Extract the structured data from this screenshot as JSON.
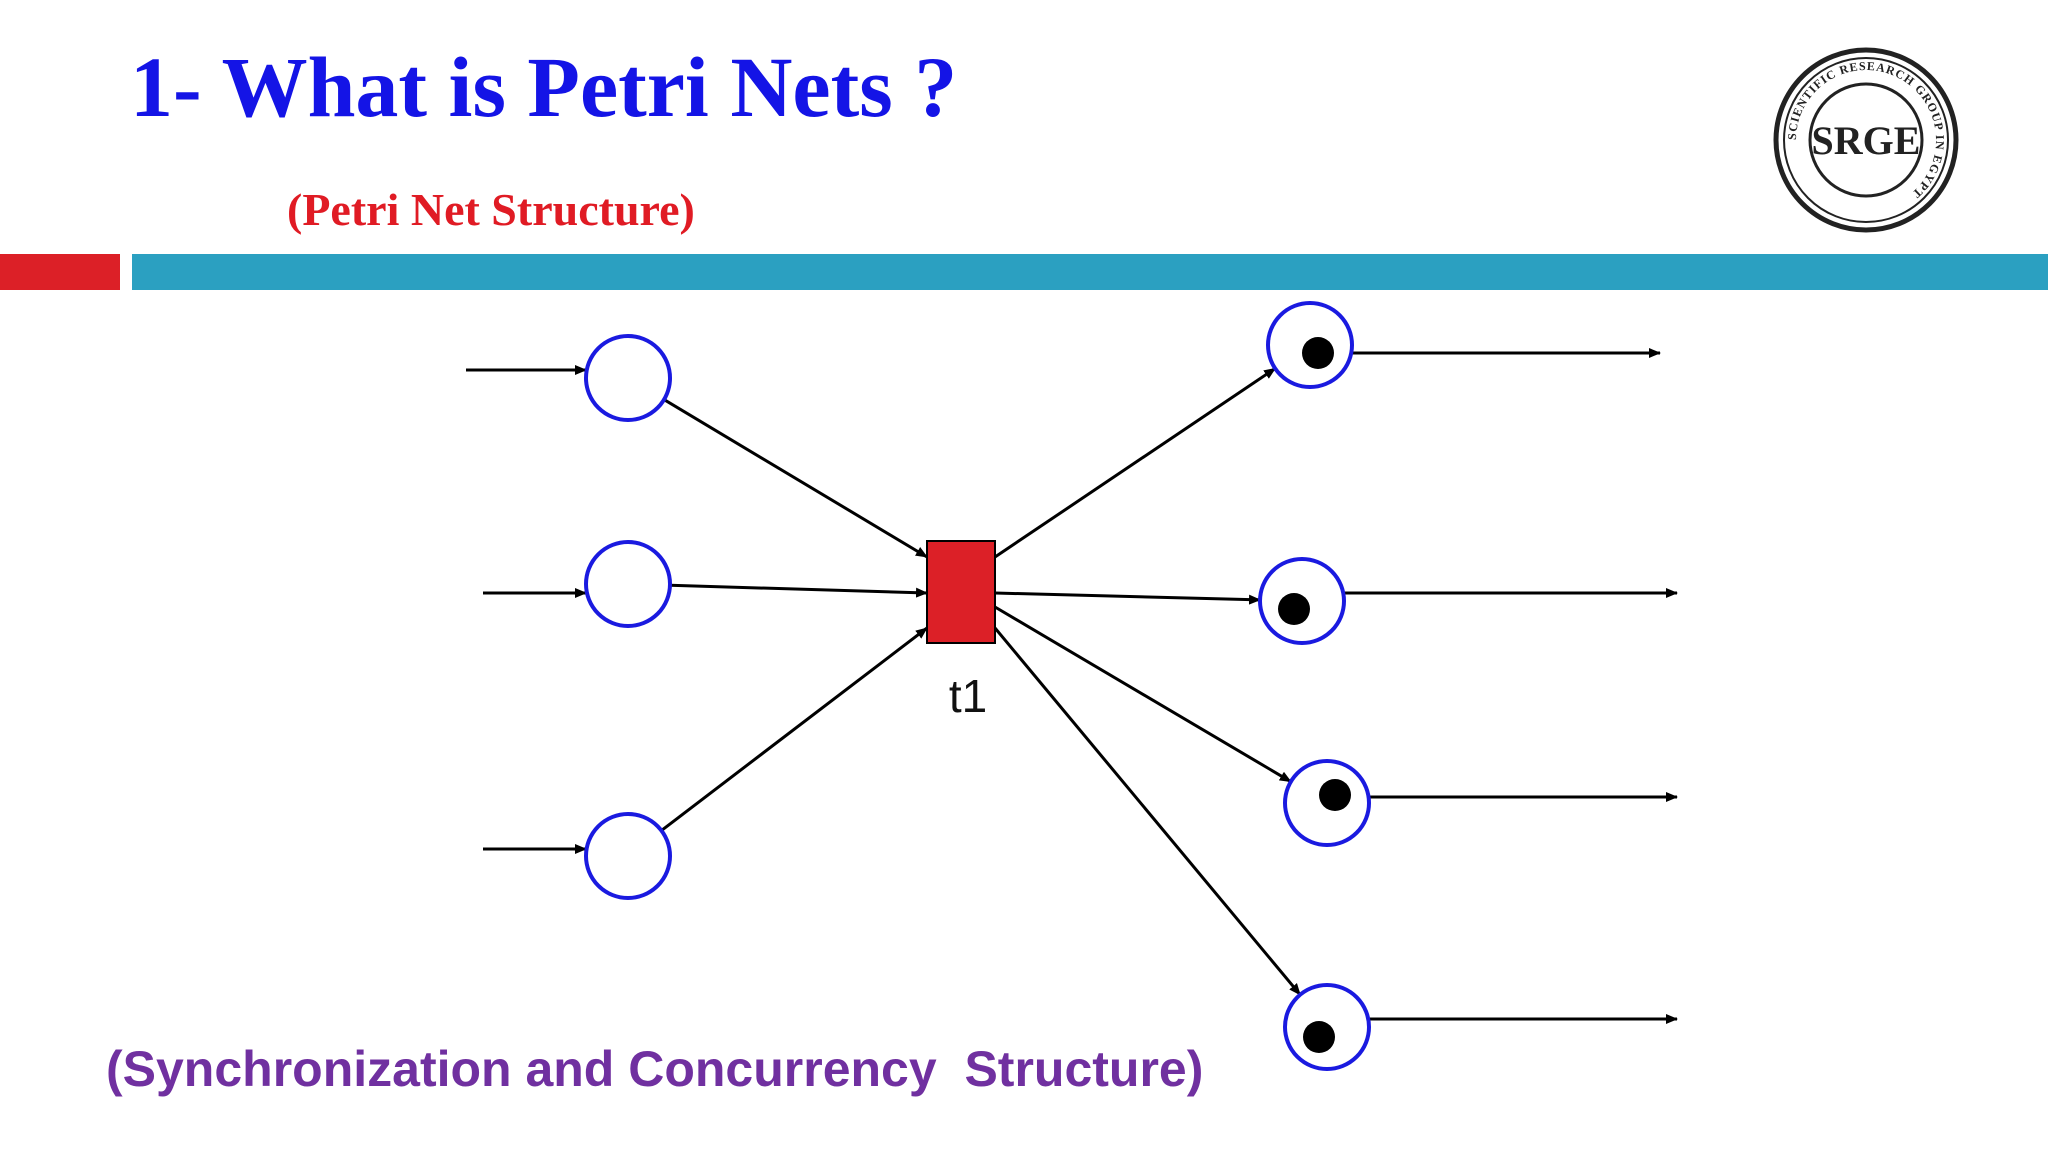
{
  "slide": {
    "title": "1- What is Petri Nets ?",
    "subtitle": "(Petri Net Structure)",
    "caption": "(Synchronization and Concurrency  Structure)"
  },
  "logo": {
    "text": "SRGE",
    "ring_text": "SCIENTIFIC RESEARCH GROUP IN EGYPT"
  },
  "diagram": {
    "transition_label": "t1",
    "input_places": [
      {
        "tokens": 0
      },
      {
        "tokens": 0
      },
      {
        "tokens": 0
      }
    ],
    "output_places": [
      {
        "tokens": 1
      },
      {
        "tokens": 1
      },
      {
        "tokens": 1
      },
      {
        "tokens": 1
      }
    ]
  },
  "colors": {
    "title": "#1414e6",
    "subtitle": "#e01b24",
    "caption": "#7030a0",
    "place_stroke": "#1a1ae0",
    "transition_fill": "#dc2027",
    "bar_red": "#dc2027",
    "bar_teal": "#2ba0c1"
  }
}
